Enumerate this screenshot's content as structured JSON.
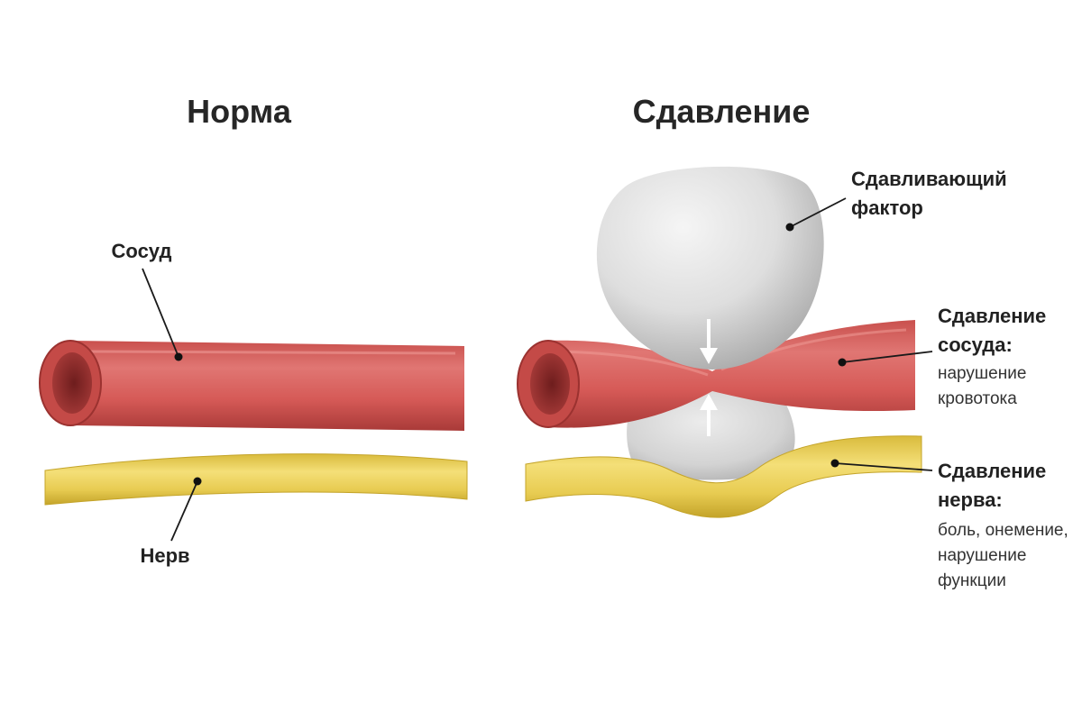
{
  "panels": {
    "normal": {
      "title": "Норма",
      "vessel_label": "Сосуд",
      "nerve_label": "Нерв"
    },
    "compression": {
      "title": "Сдавление",
      "factor_label": [
        "Сдавливающий",
        "фактор"
      ],
      "vessel_label": {
        "heading": [
          "Сдавление",
          "сосуда:"
        ],
        "details": [
          "нарушение",
          "кровотока"
        ]
      },
      "nerve_label": {
        "heading": [
          "Сдавление",
          "нерва:"
        ],
        "details": [
          "боль, онемение,",
          "нарушение",
          "функции"
        ]
      }
    }
  },
  "colors": {
    "vessel": "#d65a57",
    "vessel_dark": "#b8403e",
    "vessel_inner": "#8e2a2a",
    "nerve": "#ecd25a",
    "nerve_dark": "#c9aa2c",
    "mass": "#dcdcdc",
    "mass_shadow": "#b8b8b8"
  }
}
